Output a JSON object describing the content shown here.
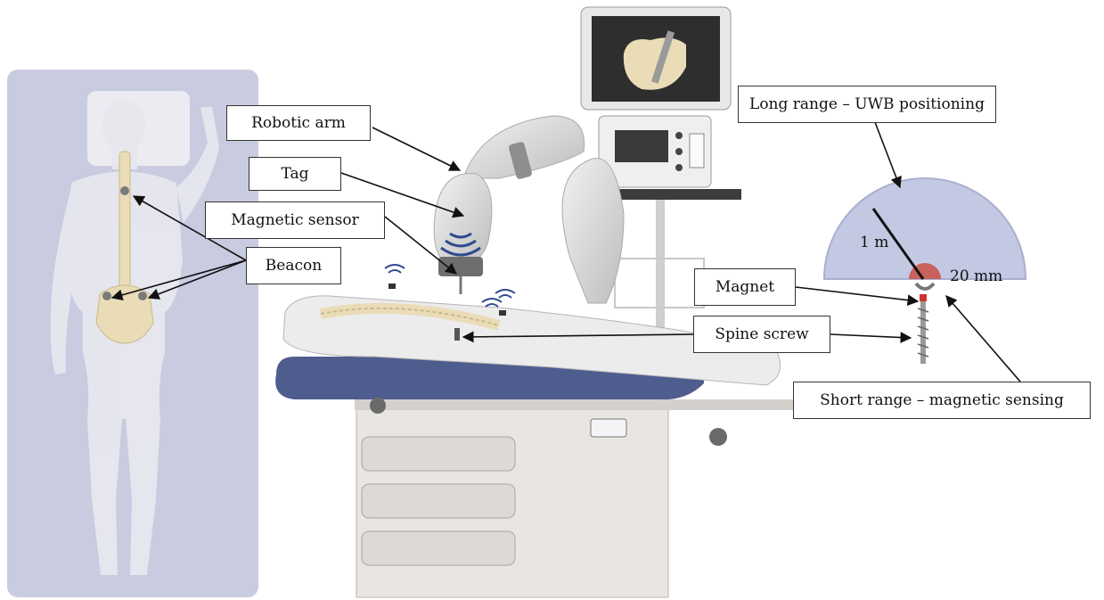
{
  "labels": {
    "robotic_arm": "Robotic arm",
    "tag": "Tag",
    "magnetic_sensor": "Magnetic sensor",
    "beacon": "Beacon",
    "long_range": "Long range – UWB positioning",
    "magnet": "Magnet",
    "spine_screw": "Spine screw",
    "short_range": "Short range – magnetic sensing"
  },
  "range_diagram": {
    "long_radius": "1 m",
    "short_radius": "20 mm"
  },
  "colors": {
    "bed_panel": "#c9cbe0",
    "semicircle": "#c3c9e3",
    "magnetic_zone": "#c7625c",
    "mattress": "#4e5c8e",
    "cabinet": "#e9e6e2",
    "bone": "#e9dcb7"
  },
  "icons": [
    "patient-body-icon",
    "spine-icon",
    "robotic-arm-icon",
    "monitor-icon",
    "surgical-table-icon",
    "spine-screw-icon",
    "wireless-signal-icon"
  ]
}
